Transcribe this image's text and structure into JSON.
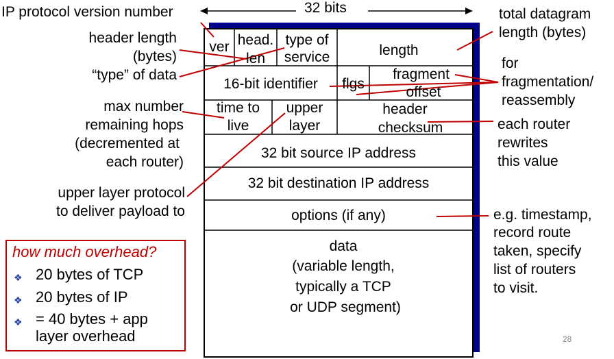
{
  "width_label": "32 bits",
  "fields": {
    "ver": "ver",
    "head_len_1": "head.",
    "head_len_2": "len",
    "tos_1": "type of",
    "tos_2": "service",
    "length": "length",
    "identifier": "16-bit identifier",
    "flgs": "flgs",
    "frag_1": "fragment",
    "frag_2": "offset",
    "ttl_1": "time to",
    "ttl_2": "live",
    "upper_1": "upper",
    "upper_2": "layer",
    "checksum_1": "header",
    "checksum_2": "checksum",
    "src": "32 bit source IP address",
    "dst": "32 bit destination IP address",
    "options": "options (if any)",
    "data_1": "data",
    "data_2": "(variable length,",
    "data_3": "typically a TCP",
    "data_4": "or UDP segment)"
  },
  "annotations": {
    "version": "IP protocol version number",
    "hlen_1": "header length",
    "hlen_2": "(bytes)",
    "type": "“type” of data",
    "ttl_1": "max number",
    "ttl_2": "remaining hops",
    "ttl_3": "(decremented at",
    "ttl_4": "each router)",
    "proto_1": "upper layer protocol",
    "proto_2": "to deliver payload to",
    "total_1": "total datagram",
    "total_2": "length (bytes)",
    "frag_1": "for",
    "frag_2": "fragmentation/",
    "frag_3": "reassembly",
    "cksum_1": "each router",
    "cksum_2": "rewrites",
    "cksum_3": "this value",
    "opts_1": "e.g. timestamp,",
    "opts_2": "record route",
    "opts_3": "taken, specify",
    "opts_4": "list of routers",
    "opts_5": "to visit."
  },
  "overhead": {
    "title": "how much overhead?",
    "items": [
      "20 bytes of TCP",
      "20 bytes of IP",
      "= 40 bytes + app",
      "layer overhead"
    ]
  },
  "page_number": "28",
  "colors": {
    "accent": "#c00000",
    "shadow": "#00008b",
    "bullet": "#1f3fa0"
  }
}
